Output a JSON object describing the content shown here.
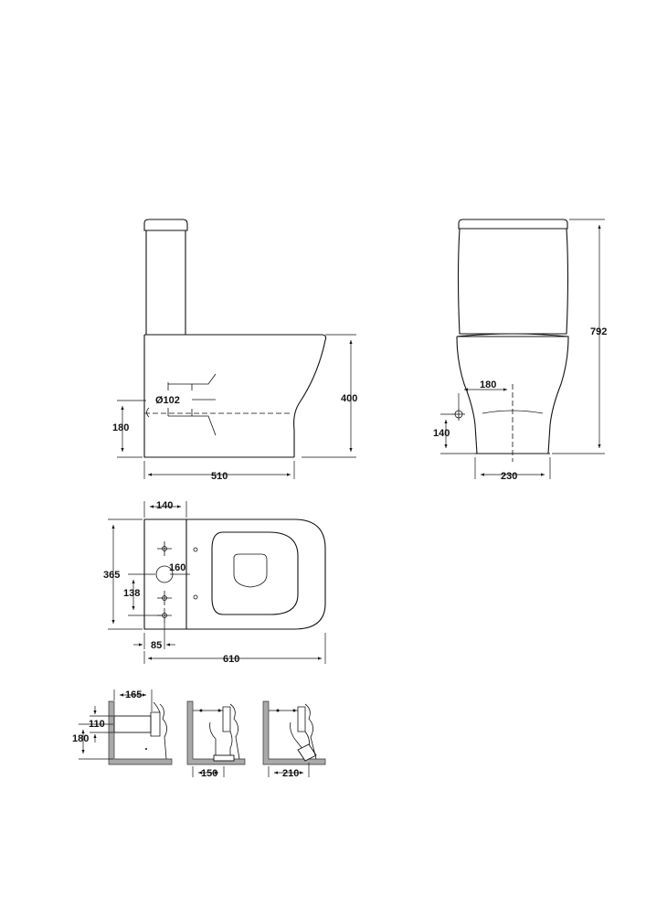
{
  "dimensions": {
    "side_view": {
      "bowl_height": "400",
      "outlet_height": "180",
      "outlet_diameter": "Ø102",
      "depth": "510"
    },
    "front_view": {
      "overall_height": "792",
      "inlet_offset": "180",
      "inlet_height": "140",
      "base_width": "230"
    },
    "plan_view": {
      "cistern_depth": "140",
      "overall_width": "365",
      "fixing_spacing": "160",
      "outlet_spacing": "138",
      "fixing_offset": "85",
      "overall_length": "610"
    },
    "connection_details": {
      "wall_offset": "165",
      "pipe_diameter": "110",
      "pipe_height": "180",
      "floor_offset_1": "150",
      "floor_offset_2": "210"
    }
  }
}
